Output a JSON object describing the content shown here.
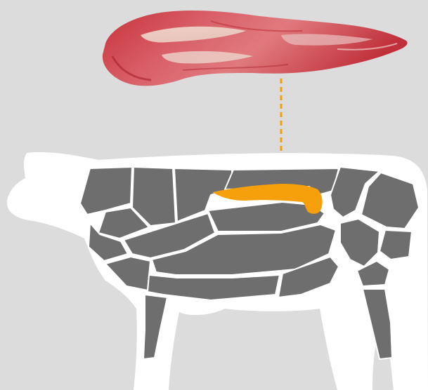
{
  "diagram": {
    "background_color": "#dcdcdc",
    "silhouette_color": "#ffffff",
    "cut_color": "#6e6e6e",
    "highlight_color": "#f5a00a",
    "connector_style": "dashed",
    "highlighted_cut_icon": "tenderloin-meat-photo",
    "animal_icon": "cow-silhouette"
  }
}
